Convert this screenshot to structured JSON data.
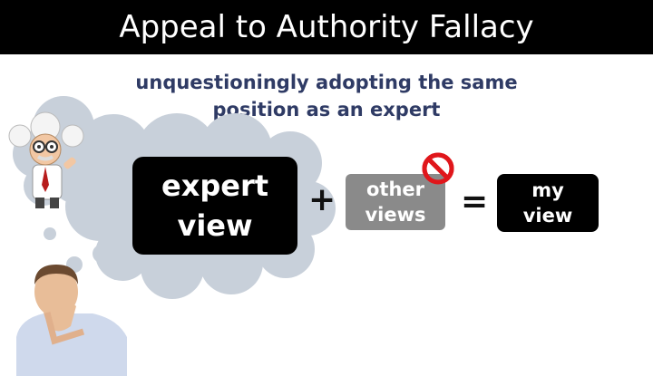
{
  "title": "Appeal to Authority Fallacy",
  "subtitle": {
    "line1": "unquestioningly adopting the same",
    "line2": "position as an expert"
  },
  "expert_box": {
    "line1": "expert",
    "line2": "view"
  },
  "other_box": {
    "line1": "other",
    "line2": "views"
  },
  "my_box": {
    "line1": "my",
    "line2": "view"
  },
  "operators": {
    "plus": "+",
    "equals": "="
  },
  "icons": {
    "professor": "professor-icon",
    "thinking_man": "thinking-man-icon",
    "no_symbol": "no-symbol-icon",
    "thought_cloud": "thought-cloud-icon"
  },
  "colors": {
    "title_bg": "#000000",
    "subtitle_text": "#2f3b65",
    "cloud_fill": "#c8d0da",
    "no_symbol": "#e0161b",
    "other_box_bg": "#8a8a8a"
  }
}
